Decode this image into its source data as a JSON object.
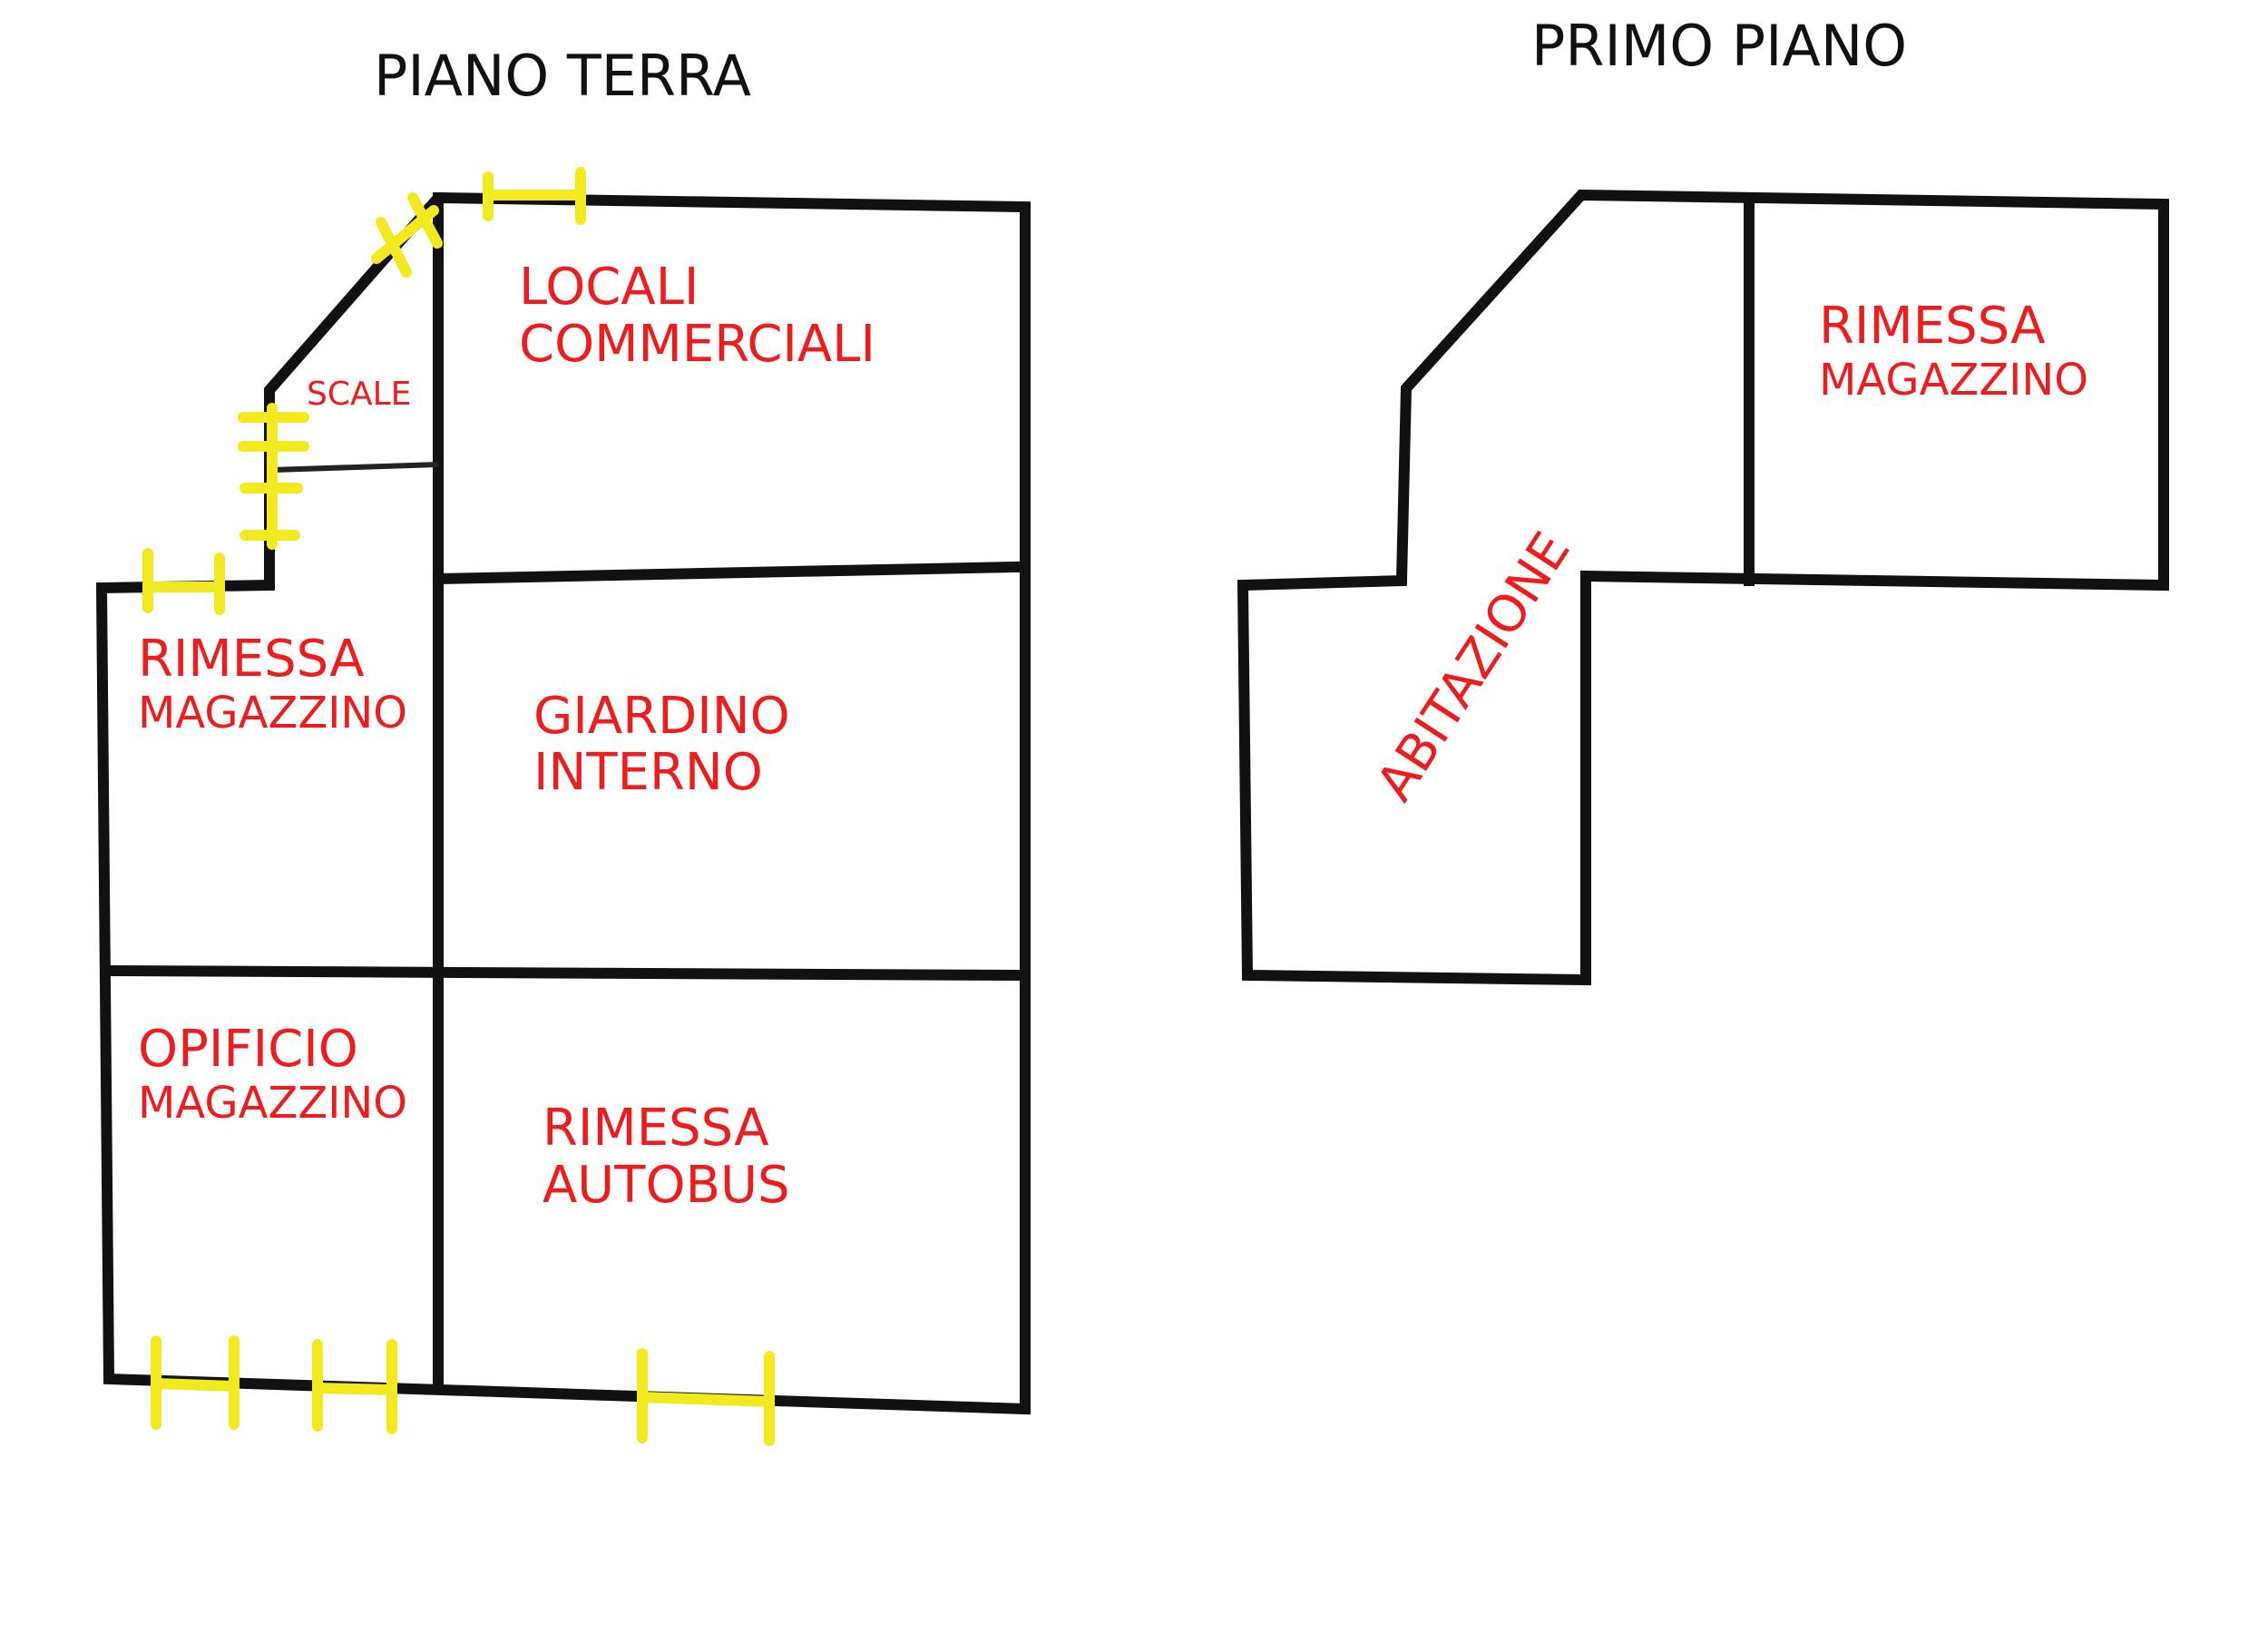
{
  "colors": {
    "walls": "#111111",
    "room_labels": "#ee1c1c",
    "openings": "#f2ea1e",
    "background": "#ffffff"
  },
  "ground_floor": {
    "title": "PIANO TERRA",
    "rooms": {
      "locali_commerciali": {
        "line1": "LOCALI",
        "line2": "COMMERCIALI"
      },
      "scale": {
        "label": "SCALE"
      },
      "rimessa_magazzino": {
        "line1": "RIMESSA",
        "line2": "MAGAZZINO"
      },
      "giardino_interno": {
        "line1": "GIARDINO",
        "line2": "INTERNO"
      },
      "opificio_magazzino": {
        "line1": "OPIFICIO",
        "line2": "MAGAZZINO"
      },
      "rimessa_autobus": {
        "line1": "RIMESSA",
        "line2": "AUTOBUS"
      }
    }
  },
  "first_floor": {
    "title": "PRIMO PIANO",
    "rooms": {
      "abitazione": {
        "label": "ABITAZIONE"
      },
      "rimessa_magazzino": {
        "line1": "RIMESSA",
        "line2": "MAGAZZINO"
      }
    }
  }
}
